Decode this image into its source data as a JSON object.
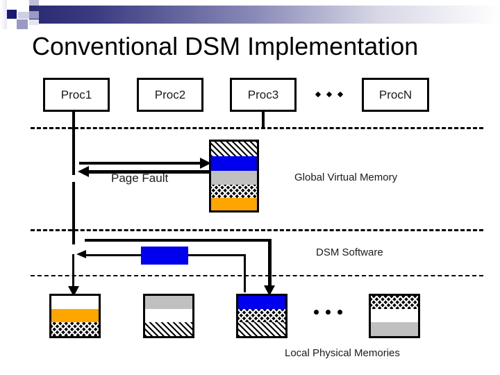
{
  "slide": {
    "title": "Conventional DSM Implementation"
  },
  "theme": {
    "accent_dark": "#2a2a70",
    "accent_mid": "#8a8ab8",
    "accent_light": "#d7d7e6",
    "page_blue": "#0000ee",
    "page_orange": "#ffa500",
    "page_gray": "#c0c0c0",
    "outline": "#000000",
    "background": "#ffffff"
  },
  "processes": [
    {
      "label": "Proc1"
    },
    {
      "label": "Proc2"
    },
    {
      "label": "Proc3"
    },
    {
      "label": "ProcN"
    }
  ],
  "process_ellipsis": "• • •",
  "layers": [
    {
      "id": "global-virtual-memory",
      "label": "Global Virtual Memory"
    },
    {
      "id": "dsm-software",
      "label": "DSM Software"
    },
    {
      "id": "local-physical-memories",
      "label": "Local Physical Memories"
    }
  ],
  "edges": [
    {
      "id": "page-fault",
      "label": "Page Fault"
    }
  ],
  "global_memory": {
    "name": "global-virtual-memory-stack",
    "segments": [
      {
        "fill": "hatch"
      },
      {
        "fill": "blue"
      },
      {
        "fill": "gray"
      },
      {
        "fill": "crosshatch"
      },
      {
        "fill": "orange"
      }
    ]
  },
  "dsm_page": {
    "fill": "blue"
  },
  "local_memories": [
    {
      "name": "local-memory-1",
      "segments": [
        {
          "fill": "white"
        },
        {
          "fill": "orange"
        },
        {
          "fill": "crosshatch"
        }
      ]
    },
    {
      "name": "local-memory-2",
      "segments": [
        {
          "fill": "gray"
        },
        {
          "fill": "white"
        },
        {
          "fill": "hatch"
        }
      ]
    },
    {
      "name": "local-memory-3",
      "segments": [
        {
          "fill": "blue"
        },
        {
          "fill": "crosshatch"
        },
        {
          "fill": "hatch"
        }
      ]
    },
    {
      "name": "local-memory-n",
      "segments": [
        {
          "fill": "crosshatch"
        },
        {
          "fill": "white"
        },
        {
          "fill": "gray"
        }
      ]
    }
  ],
  "local_memory_ellipsis": "• • •"
}
